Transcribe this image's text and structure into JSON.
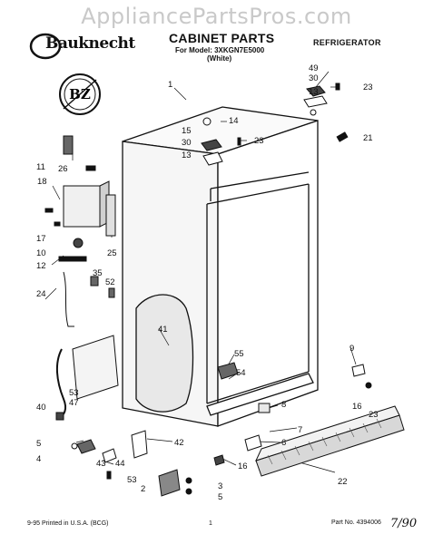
{
  "watermark": "AppliancePartsPros.com",
  "header": {
    "brand": "Bauknecht",
    "title": "CABINET PARTS",
    "model_line": "For Model: 3XKGN7E5000",
    "color_line": "(White)",
    "category": "REFRIGERATOR"
  },
  "stamp": "BZ",
  "callouts": {
    "c1": "1",
    "c49": "49",
    "c30a": "30",
    "c13a": "13",
    "c23a": "23",
    "c15": "15",
    "c14": "14",
    "c30b": "30",
    "c23b": "23",
    "c13b": "13",
    "c21": "21",
    "c11": "11",
    "c26": "26",
    "c18": "18",
    "c17": "17",
    "c10": "10",
    "c25": "25",
    "c12": "12",
    "c35": "35",
    "c52": "52",
    "c24": "24",
    "c41": "41",
    "c55": "55",
    "c54": "54",
    "c9": "9",
    "c53a": "53",
    "c47": "47",
    "c40": "40",
    "c8": "8",
    "c16a": "16",
    "c23c": "23",
    "c7": "7",
    "c6": "6",
    "c5a": "5",
    "c42": "42",
    "c4": "4",
    "c43": "43",
    "c44": "44",
    "c16b": "16",
    "c53b": "53",
    "c2": "2",
    "c3": "3",
    "c5b": "5",
    "c22": "22"
  },
  "footer": {
    "left": "9-95 Printed in U.S.A. (BCG)",
    "page": "1",
    "part_no": "Part No. 4394006",
    "handwritten": "7/90"
  }
}
